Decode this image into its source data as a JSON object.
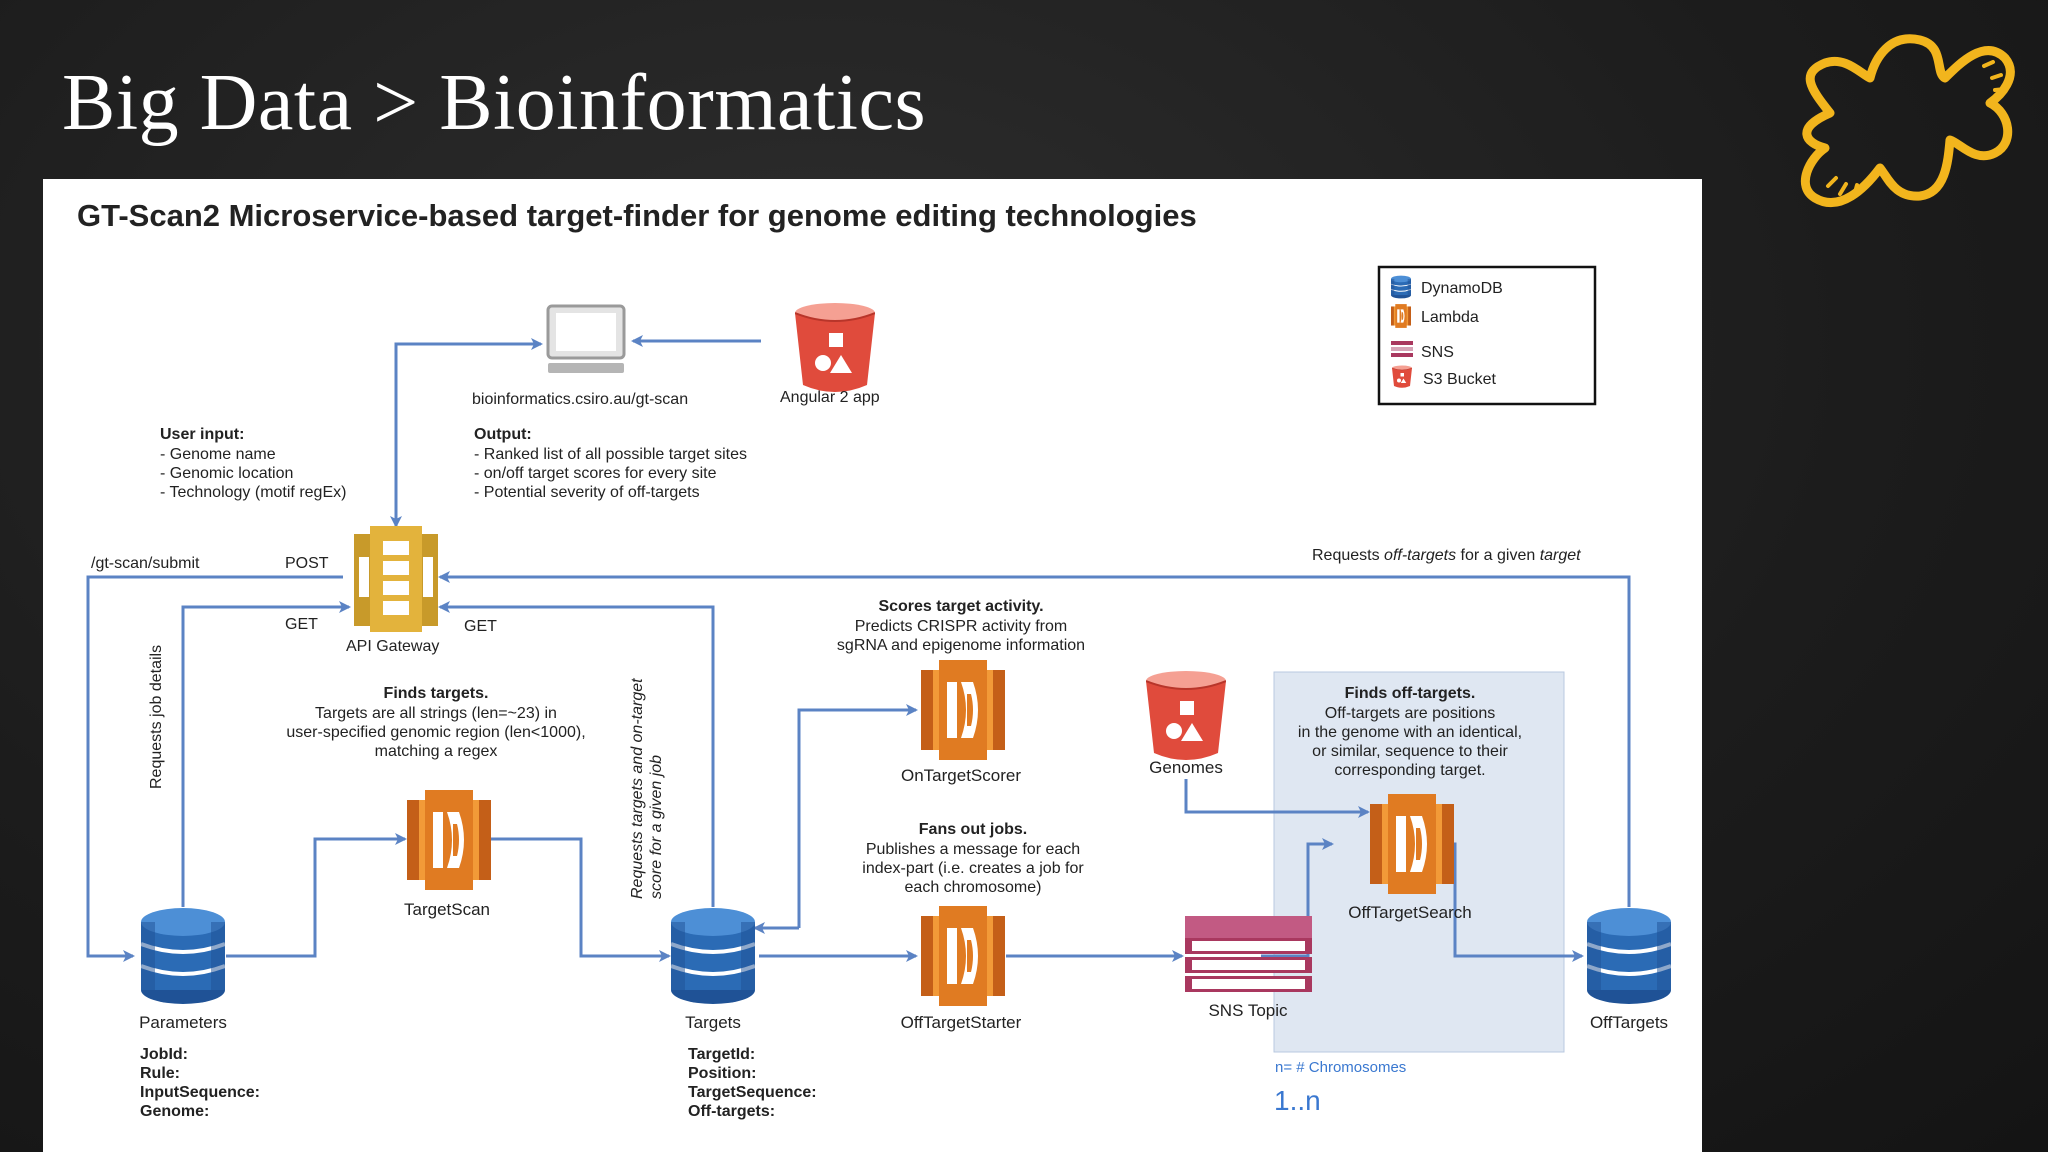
{
  "slide": {
    "title": "Big Data > Bioinformatics",
    "accent_color": "#f2b51d",
    "logo_icon": "puzzle-piece-icon"
  },
  "diagram": {
    "heading": "GT-Scan2 Microservice-based target-finder for genome editing technologies",
    "legend": {
      "items": [
        {
          "icon": "dynamodb-icon",
          "label": "DynamoDB",
          "color": "#2b6bb5"
        },
        {
          "icon": "lambda-icon",
          "label": "Lambda",
          "color": "#e07b22"
        },
        {
          "icon": "sns-icon",
          "label": "SNS",
          "color": "#a9385f"
        },
        {
          "icon": "s3-bucket-icon",
          "label": "S3 Bucket",
          "color": "#e04b3c"
        }
      ]
    },
    "client": {
      "label": "bioinformatics.csiro.au/gt-scan",
      "icon": "computer-icon"
    },
    "angular_app": {
      "label": "Angular 2 app",
      "icon": "s3-bucket-icon"
    },
    "user_input": {
      "title": "User input:",
      "lines": [
        "- Genome name",
        "- Genomic location",
        "- Technology (motif regEx)"
      ]
    },
    "output": {
      "title": "Output:",
      "lines": [
        "- Ranked list of all possible target sites",
        "- on/off target scores for every site",
        "- Potential severity of off-targets"
      ]
    },
    "api_gateway": {
      "label": "API Gateway",
      "icon": "api-gateway-icon"
    },
    "edges": {
      "submit_path": "/gt-scan/submit",
      "post": "POST",
      "get_left": "GET",
      "get_right": "GET",
      "requests_job_details": "Requests job details",
      "requests_targets": "Requests targets and on-target score for a given job",
      "requests_offtargets_prefix": "Requests ",
      "requests_offtargets_italic": "off-targets",
      "requests_offtargets_mid": " for a given ",
      "requests_offtargets_italic2": "target"
    },
    "finds_targets": {
      "title": "Finds targets.",
      "lines": [
        "Targets are all strings (len=~23) in",
        "user-specified genomic region (len<1000),",
        "matching a regex"
      ]
    },
    "scores_target": {
      "title": "Scores target activity.",
      "lines": [
        "Predicts CRISPR activity from",
        "sgRNA and epigenome information"
      ]
    },
    "fans_out": {
      "title": "Fans out jobs.",
      "lines": [
        "Publishes a message for each",
        "index-part (i.e. creates a job for",
        "each chromosome)"
      ]
    },
    "finds_offtargets": {
      "title": "Finds off-targets.",
      "lines": [
        "Off-targets are positions",
        "in the genome with an identical,",
        "or similar, sequence to their",
        "corresponding target."
      ]
    },
    "nodes": {
      "parameters": "Parameters",
      "target_scan": "TargetScan",
      "targets": "Targets",
      "on_target_scorer": "OnTargetScorer",
      "off_target_starter": "OffTargetStarter",
      "genomes": "Genomes",
      "sns_topic": "SNS Topic",
      "off_target_search": "OffTargetSearch",
      "off_targets": "OffTargets"
    },
    "parameters_fields": [
      "JobId:",
      "Rule:",
      "InputSequence:",
      "Genome:"
    ],
    "targets_fields": [
      "TargetId:",
      "Position:",
      "TargetSequence:",
      "Off-targets:"
    ],
    "chromosomes": {
      "caption": "n= # Chromosomes",
      "range": "1..n"
    },
    "colors": {
      "arrow": "#5b83c4",
      "dynamodb": "#2b6bb5",
      "lambda": "#e07b22",
      "s3": "#e04b3c",
      "sns": "#a9385f",
      "offtarget_region": "#dfe7f2",
      "chromosome_text": "#3a78d0"
    }
  }
}
